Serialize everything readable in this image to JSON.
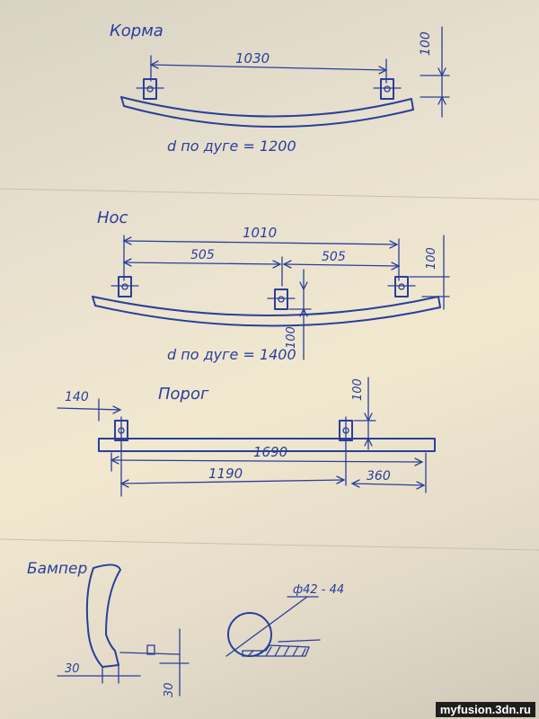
{
  "sections": {
    "stern": {
      "title": "Корма",
      "span": "1030",
      "height": "100",
      "arc_label": "d по дуге = 1200"
    },
    "bow": {
      "title": "Нос",
      "span": "1010",
      "half_left": "505",
      "half_right": "505",
      "height_right": "100",
      "height_center": "100",
      "arc_label": "d по дуге = 1400"
    },
    "sill": {
      "title": "Порог",
      "offset_left": "140",
      "height": "100",
      "length": "1690",
      "inner_length": "1190",
      "tail": "360"
    },
    "bumper": {
      "title": "Бампер",
      "width": "30",
      "height": "30",
      "diameter": "ф42 - 44"
    }
  },
  "watermark": "myfusion.3dn.ru"
}
